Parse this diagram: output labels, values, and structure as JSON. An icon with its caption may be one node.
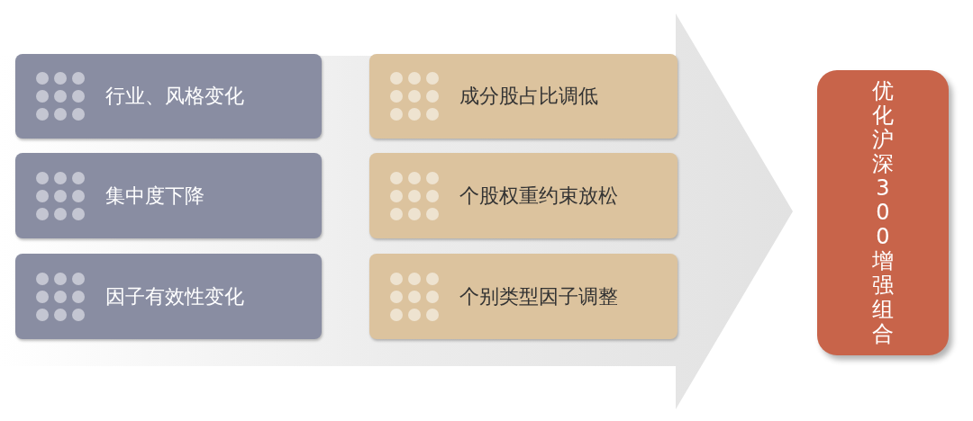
{
  "diagram": {
    "nodes": [
      {
        "text": [],
        "shape": "arrow"
      },
      {
        "text": [
          "行业、风格变化"
        ],
        "in": 0
      },
      {
        "text": [
          "成分股占比调低"
        ],
        "in": 0
      },
      {
        "text": [
          "集中度下降"
        ],
        "in": 0
      },
      {
        "text": [
          "个股权重约束放松"
        ],
        "in": 0
      },
      {
        "text": [
          "因子有效性变化"
        ],
        "in": 0
      },
      {
        "text": [
          "个别类型因子调整"
        ],
        "in": 0
      },
      {
        "text": [
          "优化沪深300增强组合"
        ]
      }
    ],
    "edges": []
  }
}
